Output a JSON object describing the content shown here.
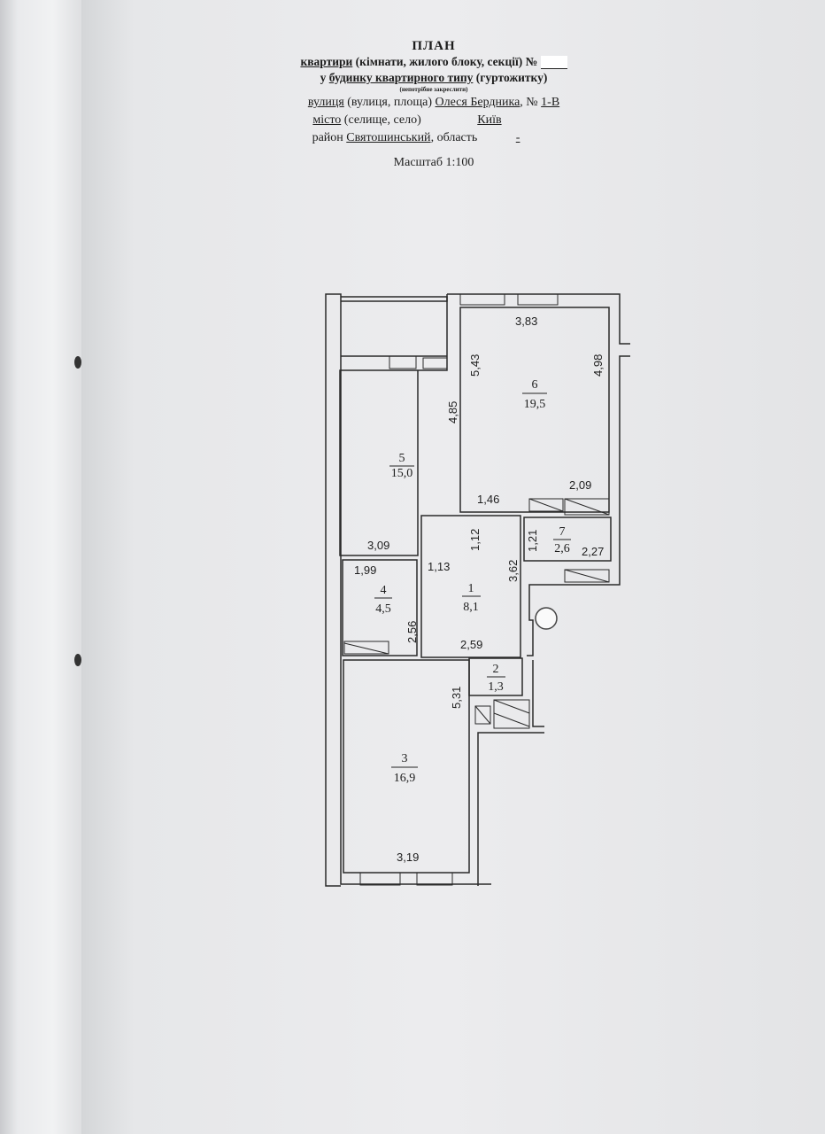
{
  "header": {
    "title": "ПЛАН",
    "line1_a": "квартири",
    "line1_b": " (кімнати, жилого блоку, секції) № ",
    "line2_a": "у ",
    "line2_b": "будинку квартирного типу",
    "line2_c": " (гуртожитку)",
    "note": "(непотрібне закреслити)",
    "street_label": "вулиця",
    "street_hint": " (вулиця, площа) ",
    "street_value": "Олеся Бердника",
    "number_label": ", № ",
    "number_value": "1-В",
    "city_label": "місто",
    "city_hint": " (селище, село) ",
    "city_value": "Київ",
    "district_label": "район",
    "district_value": "Святошинський",
    "region_label": ", область ",
    "region_value": "-"
  },
  "scale": "Масштаб 1:100",
  "rooms": [
    {
      "number": "1",
      "area": "8,1"
    },
    {
      "number": "2",
      "area": "1,3"
    },
    {
      "number": "3",
      "area": "16,9"
    },
    {
      "number": "4",
      "area": "4,5"
    },
    {
      "number": "5",
      "area": "15,0"
    },
    {
      "number": "6",
      "area": "19,5"
    },
    {
      "number": "7",
      "area": "2,6"
    }
  ],
  "dimensions": {
    "r6_width": "3,83",
    "r6_left": "5,43",
    "r6_right": "4,98",
    "r6_bottom": "2,09",
    "r5_right": "4,85",
    "r5_bottom": "3,09",
    "corridor_top": "1,46",
    "corridor_left": "1,12",
    "corridor_right": "3,62",
    "r7_left": "1,21",
    "r7_right": "2,27",
    "r4_top": "1,99",
    "r4_right": "2,56",
    "r1_top": "1,13",
    "r1_bottom": "2,59",
    "r3_right": "5,31",
    "r3_bottom": "3,19"
  }
}
